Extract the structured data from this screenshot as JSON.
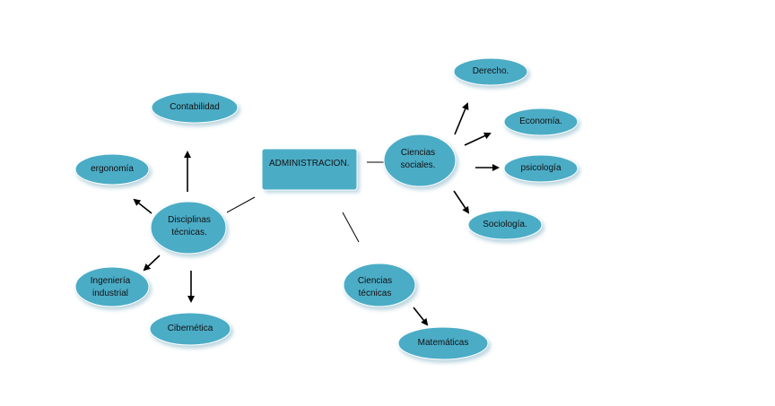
{
  "diagram": {
    "root": {
      "label": [
        "ADMINISTRACION."
      ]
    },
    "nodes": {
      "disciplinas": {
        "label": [
          "Disciplinas",
          "técnicas."
        ]
      },
      "sociales": {
        "label": [
          "Ciencias",
          "sociales."
        ]
      },
      "tecnicas": {
        "label": [
          "Ciencias",
          "técnicas"
        ]
      },
      "contabilidad": {
        "label": [
          "Contabilidad"
        ]
      },
      "ergonomia": {
        "label": [
          "ergonomía"
        ]
      },
      "ingenieria": {
        "label": [
          "Ingeniería",
          "industrial"
        ]
      },
      "cibernetica": {
        "label": [
          "Cibernética"
        ]
      },
      "derecho": {
        "label": [
          "Derecho."
        ]
      },
      "economia": {
        "label": [
          "Economía."
        ]
      },
      "psicologia": {
        "label": [
          "psicología"
        ]
      },
      "sociologia": {
        "label": [
          "Sociología."
        ]
      },
      "matematicas": {
        "label": [
          "Matemáticas"
        ]
      }
    },
    "colors": {
      "fill": "#4BACC6",
      "shadow": "#bcd6e0",
      "line": "#000000"
    }
  }
}
